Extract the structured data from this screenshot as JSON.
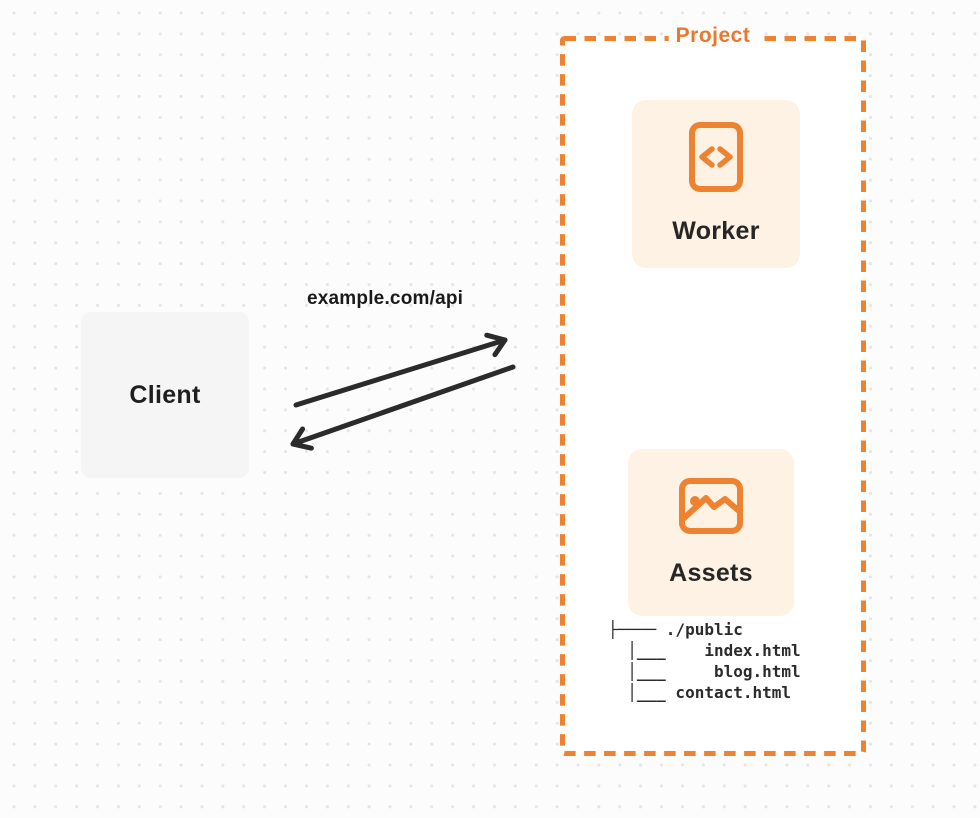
{
  "client": {
    "label": "Client"
  },
  "connection": {
    "request_label": "example.com/api"
  },
  "project": {
    "title": "Project",
    "worker": {
      "label": "Worker",
      "icon": "code-file-icon"
    },
    "assets": {
      "label": "Assets",
      "icon": "image-icon"
    },
    "file_tree": {
      "root": "./public",
      "files": [
        "index.html",
        "blog.html",
        "contact.html"
      ],
      "display_lines": [
        "├──── ./public",
        "  │___    index.html",
        "  │___     blog.html",
        "  │___ contact.html"
      ]
    }
  },
  "colors": {
    "accent": "#ED8231",
    "accent_text": "#E8792C",
    "card_background": "#FDF2E3",
    "client_background": "#F5F5F6",
    "arrow": "#2B2B2B",
    "text": "#1E1E1E",
    "page_bg": "#FCFCFC",
    "dot": "#E5E5E6"
  }
}
